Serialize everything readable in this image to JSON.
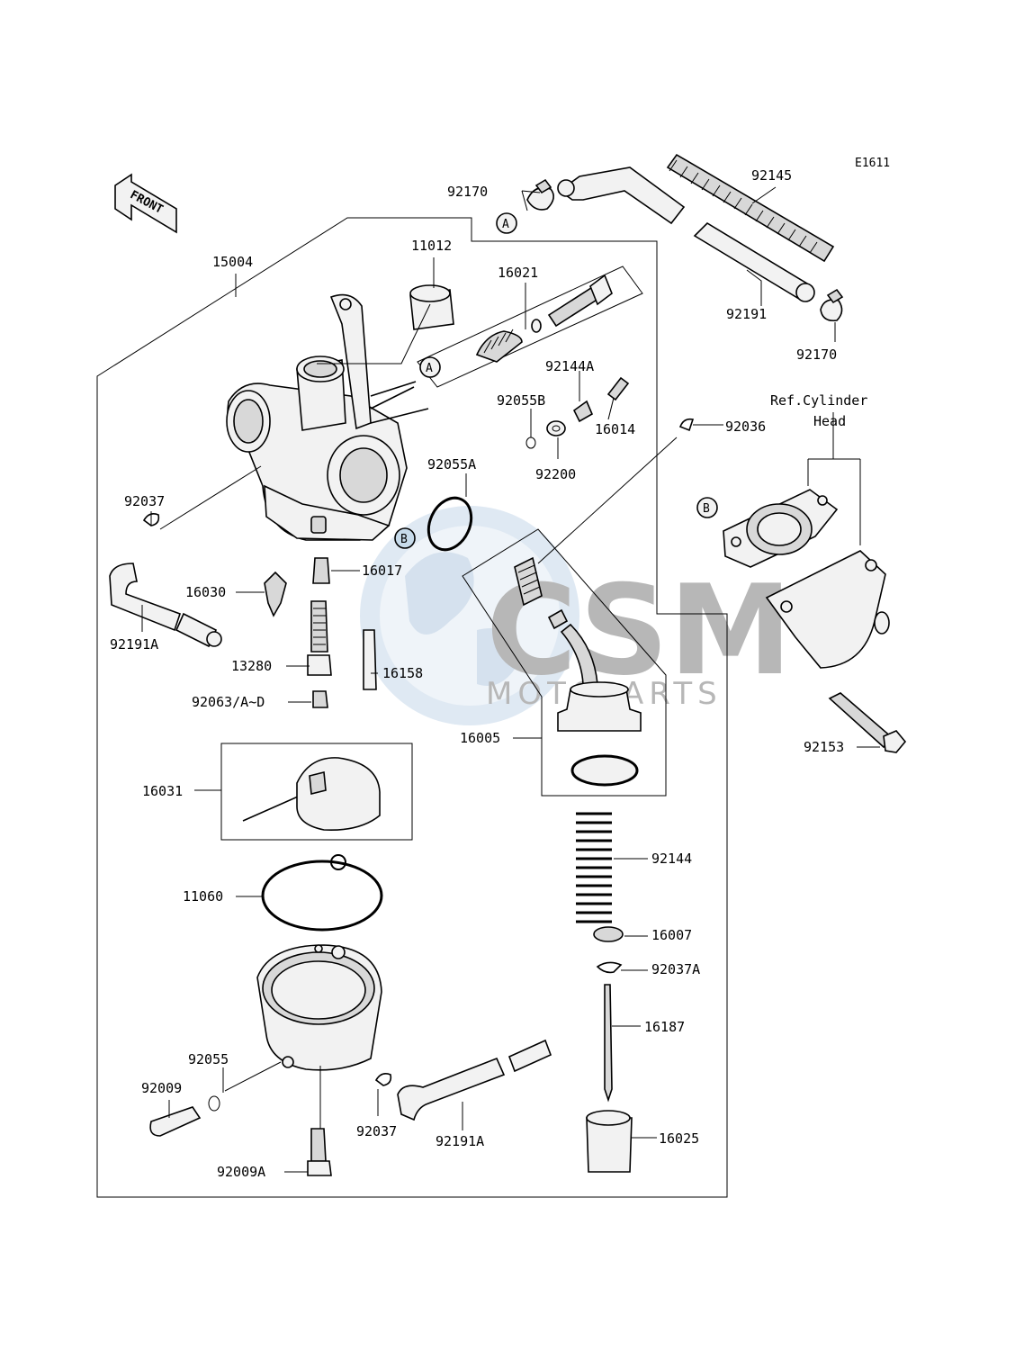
{
  "diagram_code": "E1611",
  "front_arrow": {
    "label": "FRONT"
  },
  "reference_label_line1": "Ref.Cylinder",
  "reference_label_line2": "Head",
  "connectors": {
    "a": "A",
    "b": "B"
  },
  "watermark": {
    "logo": "CSM",
    "subtitle": "MOTOPARTS"
  },
  "parts": {
    "p92170_top": "92170",
    "p92145": "92145",
    "p92191": "92191",
    "p92170_right": "92170",
    "p15004": "15004",
    "p11012": "11012",
    "p16021": "16021",
    "p92144A": "92144A",
    "p92055B": "92055B",
    "p16014": "16014",
    "p92036": "92036",
    "p92200": "92200",
    "p92055A": "92055A",
    "p92037_left": "92037",
    "p16017": "16017",
    "p16030": "16030",
    "p92191A_left": "92191A",
    "p13280": "13280",
    "p16158": "16158",
    "p92063": "92063/A~D",
    "p16005": "16005",
    "p92153": "92153",
    "p16031": "16031",
    "p11060": "11060",
    "p92144": "92144",
    "p16007": "16007",
    "p92037A": "92037A",
    "p16187": "16187",
    "p92055": "92055",
    "p92009": "92009",
    "p92037_bottom": "92037",
    "p92191A_bottom": "92191A",
    "p16025": "16025",
    "p92009A": "92009A"
  }
}
